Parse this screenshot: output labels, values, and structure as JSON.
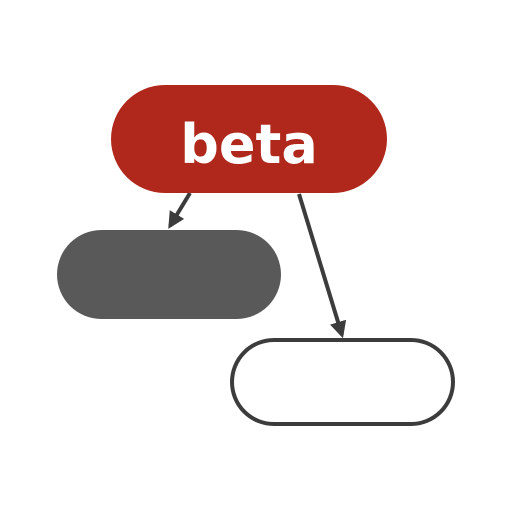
{
  "diagram": {
    "nodes": [
      {
        "id": "root",
        "label": "beta",
        "fill": "#b0281c",
        "stroke": "none",
        "text_color": "#ffffff"
      },
      {
        "id": "left-child",
        "label": "",
        "fill": "#595959",
        "stroke": "none",
        "text_color": "#ffffff"
      },
      {
        "id": "right-child",
        "label": "",
        "fill": "#ffffff",
        "stroke": "#3c3c3c",
        "text_color": "#3c3c3c"
      }
    ],
    "edges": [
      {
        "from": "root",
        "to": "left-child"
      },
      {
        "from": "root",
        "to": "right-child"
      }
    ],
    "edge_color": "#3c3c3c"
  }
}
